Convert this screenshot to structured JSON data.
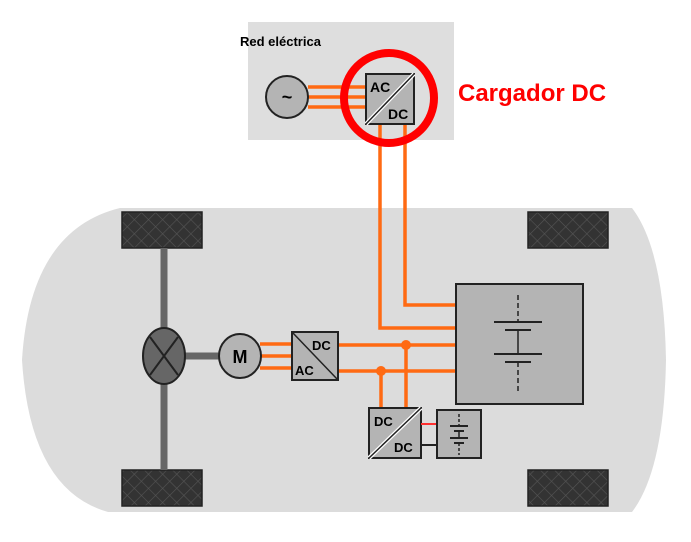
{
  "grid": {
    "title": "Red eléctrica",
    "source_symbol": "~"
  },
  "charger": {
    "label": "Cargador DC",
    "converter_top": "AC",
    "converter_bottom": "DC",
    "highlight_color": "#ff0000"
  },
  "vehicle": {
    "motor_label": "M",
    "inverter_top": "DC",
    "inverter_bottom": "AC",
    "dcdc_top": "DC",
    "dcdc_bottom": "DC"
  },
  "colors": {
    "power_line": "#ff6a13",
    "body": "#dcdcdc",
    "component_fill": "#b4b4b4",
    "wheel": "#333333",
    "axle": "#666666"
  }
}
